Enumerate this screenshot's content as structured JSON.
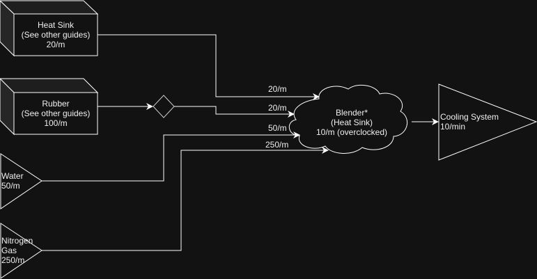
{
  "colors": {
    "background": "#121212",
    "stroke": "#ffffff",
    "cube_side": "#262626",
    "text": "#f0f0f0"
  },
  "nodes": {
    "heat_sink": {
      "lines": [
        "Heat Sink",
        "(See other guides)",
        "20/m"
      ],
      "shape": "cube"
    },
    "rubber": {
      "lines": [
        "Rubber",
        "(See other guides)",
        "100/m"
      ],
      "shape": "cube"
    },
    "water": {
      "lines": [
        "Water",
        "50/m"
      ],
      "shape": "triangle"
    },
    "nitrogen": {
      "lines": [
        "Nitrogen",
        "Gas",
        "250/m"
      ],
      "shape": "triangle"
    },
    "merge": {
      "shape": "diamond"
    },
    "blender": {
      "lines": [
        "Blender*",
        "(Heat Sink)",
        "10/m (overclocked)"
      ],
      "shape": "cloud"
    },
    "cooling": {
      "lines": [
        "Cooling System",
        "10/min"
      ],
      "shape": "triangle"
    }
  },
  "edges": {
    "heat_sink_to_blender": "20/m",
    "merge_to_blender": "20/m",
    "water_to_blender": "50/m",
    "nitrogen_to_blender": "250/m"
  }
}
